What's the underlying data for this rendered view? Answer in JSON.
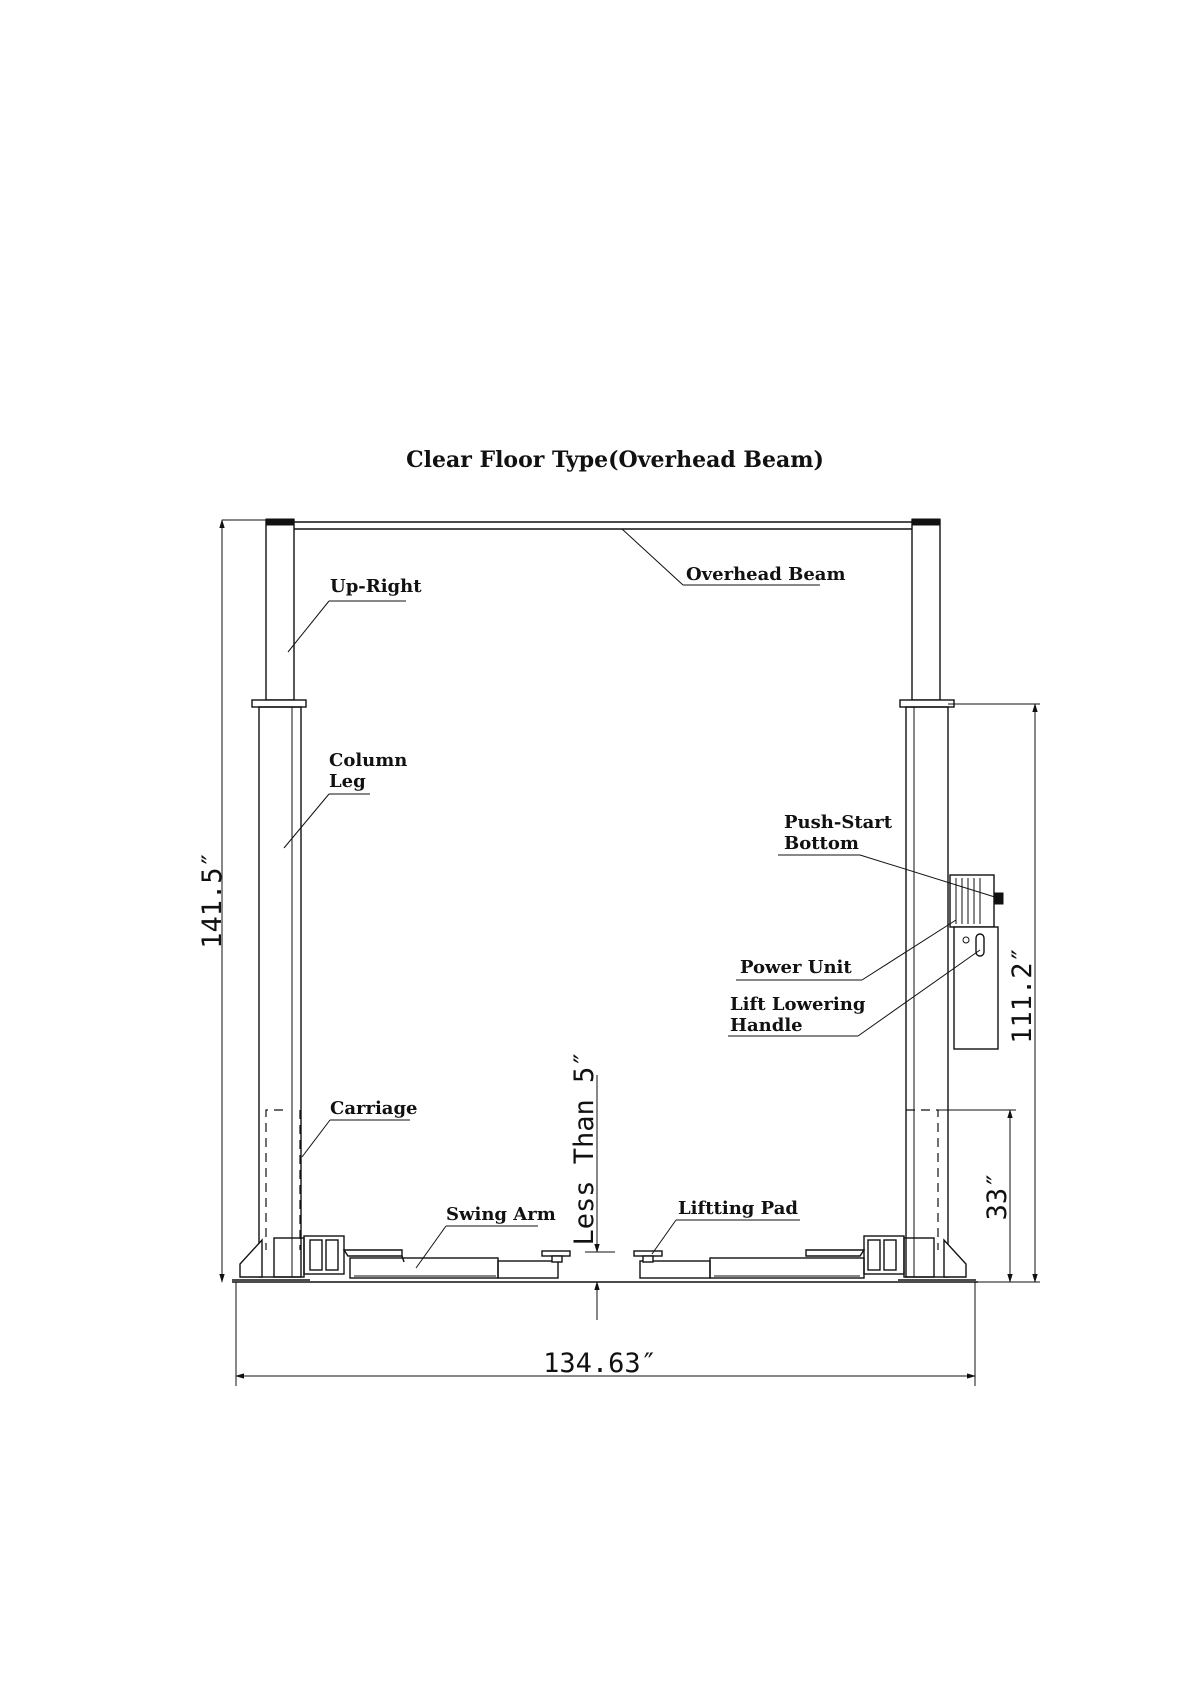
{
  "title": "Clear Floor Type(Overhead Beam)",
  "labels": {
    "overhead_beam": "Overhead Beam",
    "up_right": "Up-Right",
    "column_leg_line1": "Column",
    "column_leg_line2": "Leg",
    "push_start_line1": "Push-Start",
    "push_start_line2": "Bottom",
    "power_unit": "Power Unit",
    "lift_lowering_line1": "Lift Lowering",
    "lift_lowering_line2": "Handle",
    "carriage": "Carriage",
    "swing_arm": "Swing Arm",
    "lifting_pad": "Liftting Pad"
  },
  "dimensions": {
    "overall_height": "141.5″",
    "power_unit_height": "111.2″",
    "carriage_height": "33″",
    "pad_clearance": "Less Than 5″",
    "overall_width": "134.63″"
  }
}
